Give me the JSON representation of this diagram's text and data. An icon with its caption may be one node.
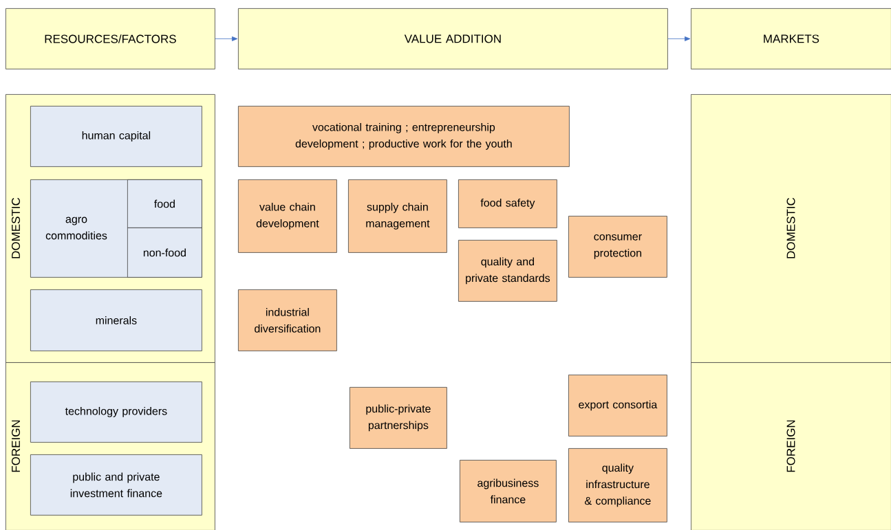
{
  "diagram": {
    "nodes": [
      {
        "text": [
          "RESOURCES/FACTORS"
        ]
      },
      {
        "text": [
          "VALUE ADDITION"
        ]
      },
      {
        "text": [
          "MARKETS"
        ]
      },
      {
        "text": [
          "DOMESTIC"
        ]
      },
      {
        "text": [
          "human capital"
        ],
        "in": 3
      },
      {
        "text": [
          "agro commodities"
        ],
        "in": 3
      },
      {
        "text": [
          "food"
        ],
        "in": 5
      },
      {
        "text": [
          "non-food"
        ],
        "in": 5
      },
      {
        "text": [
          "minerals"
        ],
        "in": 3
      },
      {
        "text": [
          "vocational training ; entrepreneurship development ; productive work for the youth"
        ]
      },
      {
        "text": [
          "value chain development"
        ]
      },
      {
        "text": [
          "supply chain management"
        ]
      },
      {
        "text": [
          "food safety"
        ]
      },
      {
        "text": [
          "quality and private standards"
        ]
      },
      {
        "text": [
          "consumer protection"
        ]
      },
      {
        "text": [
          "industrial diversification"
        ]
      },
      {
        "text": [
          "DOMESTIC"
        ]
      },
      {
        "text": [
          "FOREIGN"
        ]
      },
      {
        "text": [
          "technology providers"
        ],
        "in": 17
      },
      {
        "text": [
          "public and private investment finance"
        ],
        "in": 17
      },
      {
        "text": [
          "public-private partnerships"
        ]
      },
      {
        "text": [
          "export consortia"
        ]
      },
      {
        "text": [
          "agribusiness finance"
        ]
      },
      {
        "text": [
          "quality infrastructure & compliance"
        ]
      },
      {
        "text": [
          "FOREIGN"
        ]
      }
    ],
    "edges": [
      {
        "from": 0,
        "to": 1,
        "arrow": "to"
      },
      {
        "from": 1,
        "to": 2,
        "arrow": "to"
      }
    ]
  }
}
